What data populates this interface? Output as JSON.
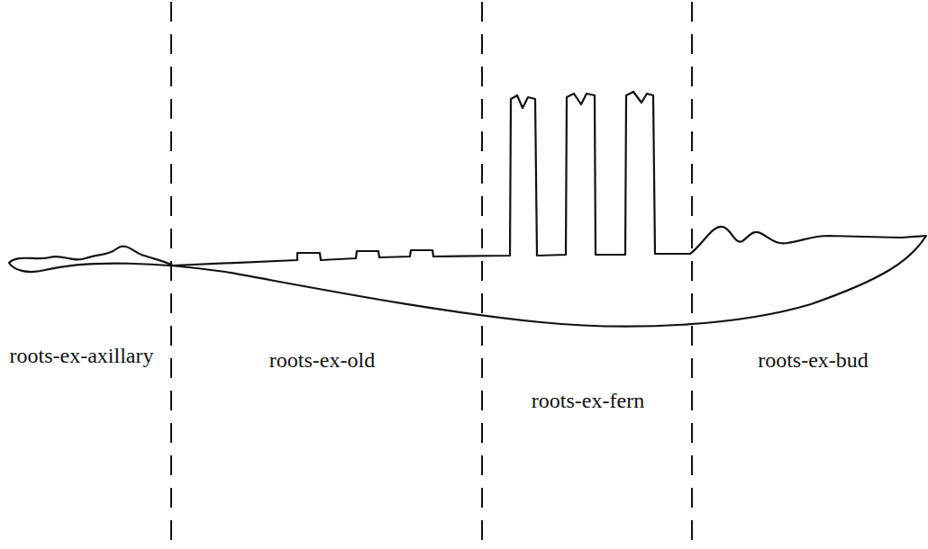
{
  "diagram": {
    "labels": [
      "roots-ex-axillary",
      "roots-ex-old",
      "roots-ex-fern",
      "roots-ex-bud"
    ]
  }
}
